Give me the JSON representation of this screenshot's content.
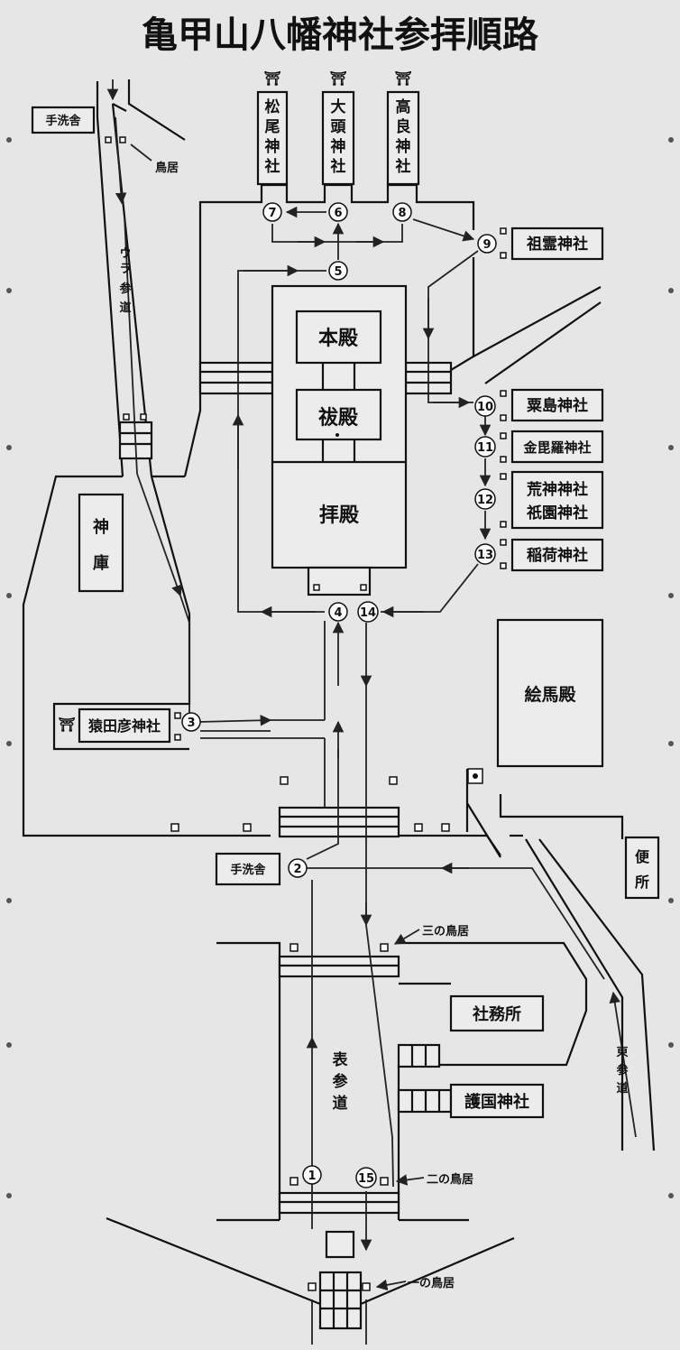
{
  "title": "亀甲山八幡神社参拝順路",
  "buildings": {
    "matsuo": "松尾神社",
    "daito": "大頭神社",
    "koura": "高良神社",
    "sorei": "祖霊神社",
    "honden": "本殿",
    "haraiden": "祓殿",
    "haiden": "拝殿",
    "kurashima": "粟島神社",
    "konpira": "金毘羅神社",
    "kojin": "荒神神社",
    "gion": "祇園神社",
    "inari": "稲荷神社",
    "emaden": "絵馬殿",
    "shinko": "神庫",
    "sarutahiko": "猿田彦神社",
    "temizuya_top": "手洗舎",
    "temizuya_main": "手洗舎",
    "shamusho": "社務所",
    "gokoku": "護国神社",
    "benjo": "便所"
  },
  "labels": {
    "torii_ura": "鳥居",
    "ura_sando": "ウラ参道",
    "omote_sando": "表参道",
    "higashi_sando": "東参道",
    "torii_3": "三の鳥居",
    "torii_2": "二の鳥居",
    "torii_1": "一の鳥居"
  },
  "route_stops": [
    "1",
    "2",
    "3",
    "4",
    "5",
    "6",
    "7",
    "8",
    "9",
    "10",
    "11",
    "12",
    "13",
    "14",
    "15"
  ],
  "icons": {
    "shrine": "torii-icon",
    "flag": "flag-icon"
  }
}
